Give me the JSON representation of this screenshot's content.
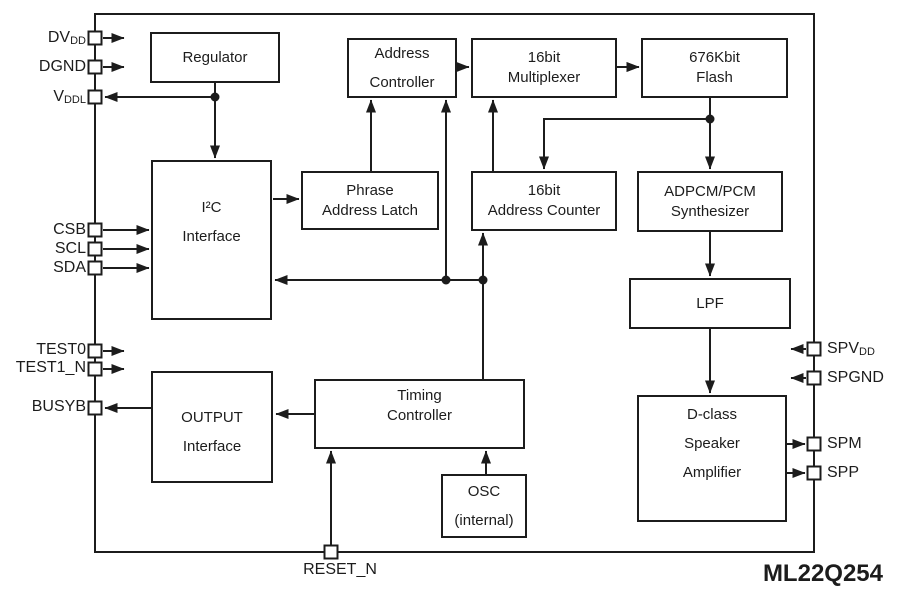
{
  "part_number": "ML22Q254",
  "colors": {
    "line": "#1c1c1c",
    "background": "#ffffff"
  },
  "blocks": {
    "regulator": {
      "lines": [
        "Regulator"
      ]
    },
    "address_controller": {
      "lines": [
        "Address",
        "Controller"
      ]
    },
    "multiplexer": {
      "lines": [
        "16bit",
        "Multiplexer"
      ]
    },
    "flash": {
      "lines": [
        "676Kbit",
        "Flash"
      ]
    },
    "i2c_interface": {
      "lines": [
        "I²C",
        "Interface"
      ]
    },
    "phrase_address_latch": {
      "lines": [
        "Phrase",
        "Address Latch"
      ]
    },
    "address_counter": {
      "lines": [
        "16bit",
        "Address Counter"
      ]
    },
    "adpcm_synthesizer": {
      "lines": [
        "ADPCM/PCM",
        "Synthesizer"
      ]
    },
    "lpf": {
      "lines": [
        "LPF"
      ]
    },
    "timing_controller": {
      "lines": [
        "Timing",
        "Controller"
      ]
    },
    "output_interface": {
      "lines": [
        "OUTPUT",
        "Interface"
      ]
    },
    "osc": {
      "lines": [
        "OSC",
        "(internal)"
      ]
    },
    "dclass_amplifier": {
      "lines": [
        "D-class",
        "Speaker",
        "Amplifier"
      ]
    }
  },
  "pins": {
    "left": [
      {
        "name": "DV",
        "sub": "DD",
        "direction": "in"
      },
      {
        "name": "DGND",
        "sub": "",
        "direction": "in"
      },
      {
        "name": "V",
        "sub": "DDL",
        "direction": "out"
      },
      {
        "name": "CSB",
        "sub": "",
        "direction": "in"
      },
      {
        "name": "SCL",
        "sub": "",
        "direction": "in"
      },
      {
        "name": "SDA",
        "sub": "",
        "direction": "in"
      },
      {
        "name": "TEST0",
        "sub": "",
        "direction": "in"
      },
      {
        "name": "TEST1_N",
        "sub": "",
        "direction": "in"
      },
      {
        "name": "BUSYB",
        "sub": "",
        "direction": "out"
      }
    ],
    "right": [
      {
        "name": "SPV",
        "sub": "DD",
        "direction": "in"
      },
      {
        "name": "SPGND",
        "sub": "",
        "direction": "in"
      },
      {
        "name": "SPM",
        "sub": "",
        "direction": "out"
      },
      {
        "name": "SPP",
        "sub": "",
        "direction": "out"
      }
    ],
    "bottom": [
      {
        "name": "RESET_N",
        "sub": "",
        "direction": "in"
      }
    ]
  },
  "connections": [
    {
      "from": "Regulator",
      "to": "V_DDL pin"
    },
    {
      "from": "Regulator",
      "to": "I2C Interface"
    },
    {
      "from": "CSB pin",
      "to": "I2C Interface"
    },
    {
      "from": "SCL pin",
      "to": "I2C Interface"
    },
    {
      "from": "SDA pin",
      "to": "I2C Interface"
    },
    {
      "from": "I2C Interface",
      "to": "Phrase Address Latch"
    },
    {
      "from": "Phrase Address Latch",
      "to": "Address Controller"
    },
    {
      "from": "Timing Controller",
      "to": "Address Controller"
    },
    {
      "from": "Address Controller",
      "to": "16bit Multiplexer"
    },
    {
      "from": "16bit Address Counter",
      "to": "16bit Multiplexer"
    },
    {
      "from": "16bit Multiplexer",
      "to": "676Kbit Flash"
    },
    {
      "from": "676Kbit Flash",
      "to": "16bit Address Counter"
    },
    {
      "from": "676Kbit Flash",
      "to": "ADPCM/PCM Synthesizer"
    },
    {
      "from": "Timing Controller",
      "to": "16bit Address Counter"
    },
    {
      "from": "Timing Controller",
      "to": "I2C Interface"
    },
    {
      "from": "ADPCM/PCM Synthesizer",
      "to": "LPF"
    },
    {
      "from": "LPF",
      "to": "D-class Speaker Amplifier"
    },
    {
      "from": "D-class Speaker Amplifier",
      "to": "SPM pin"
    },
    {
      "from": "D-class Speaker Amplifier",
      "to": "SPP pin"
    },
    {
      "from": "Timing Controller",
      "to": "OUTPUT Interface"
    },
    {
      "from": "OUTPUT Interface",
      "to": "BUSYB pin"
    },
    {
      "from": "RESET_N pin",
      "to": "Timing Controller"
    },
    {
      "from": "OSC (internal)",
      "to": "Timing Controller"
    }
  ]
}
